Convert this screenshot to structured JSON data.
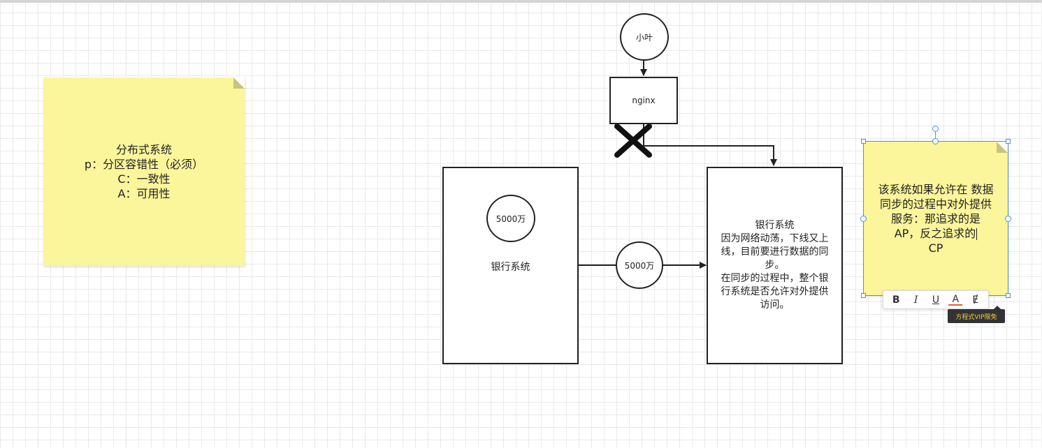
{
  "sticky_left": {
    "lines": [
      "分布式系统",
      "p：分区容错性（必须）",
      "C：一致性",
      "A：可用性"
    ]
  },
  "user_node": {
    "label": "小叶"
  },
  "nginx_node": {
    "label": "nginx"
  },
  "bank_left": {
    "title": "银行系统",
    "balance": "5000万"
  },
  "transfer_node": {
    "label": "5000万"
  },
  "bank_right": {
    "lines": [
      "银行系统",
      "因为网络动荡，下线又上",
      "线，目前要进行数据的同",
      "步。",
      "在同步的过程中，整个银",
      "行系统是否允许对外提供",
      "访问。"
    ]
  },
  "sticky_right": {
    "lines": [
      "该系统如果允许在 数据",
      "同步的过程中对外提供",
      "服务：那追求的是",
      "AP，反之追求的",
      "CP"
    ]
  },
  "toolbar": {
    "bold": "B",
    "italic": "I",
    "underline": "U",
    "color": "A",
    "clear": "Ɇ"
  },
  "tooltip": {
    "text": "方程式VIP限免"
  },
  "colors": {
    "sticky": "#fbf59b",
    "selection": "#4a90d9",
    "stroke": "#222222"
  }
}
